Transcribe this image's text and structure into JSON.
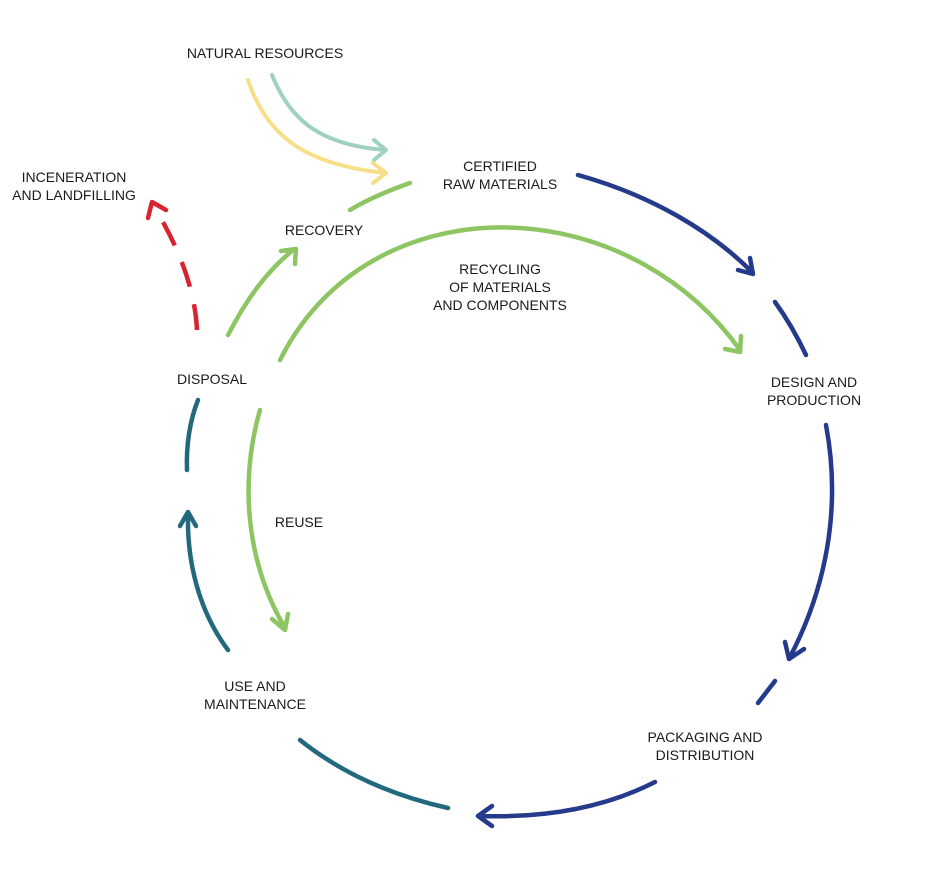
{
  "nodes": {
    "natural_resources": "NATURAL RESOURCES",
    "certified_raw_materials": "CERTIFIED\nRAW MATERIALS",
    "design_production": "DESIGN AND\nPRODUCTION",
    "packaging_distribution": "PACKAGING AND\nDISTRIBUTION",
    "use_maintenance": "USE AND\nMAINTENANCE",
    "disposal": "DISPOSAL",
    "recovery": "RECOVERY",
    "incineration": "INCENERATION\nAND LANDFILLING",
    "recycling": "RECYCLING\nOF MATERIALS\nAND COMPONENTS",
    "reuse": "REUSE"
  },
  "colors": {
    "navy": "#253a8a",
    "teal": "#23697e",
    "green": "#8dc563",
    "red": "#d8242e",
    "yellow": "#f7de88",
    "mint": "#9fd1c3"
  }
}
